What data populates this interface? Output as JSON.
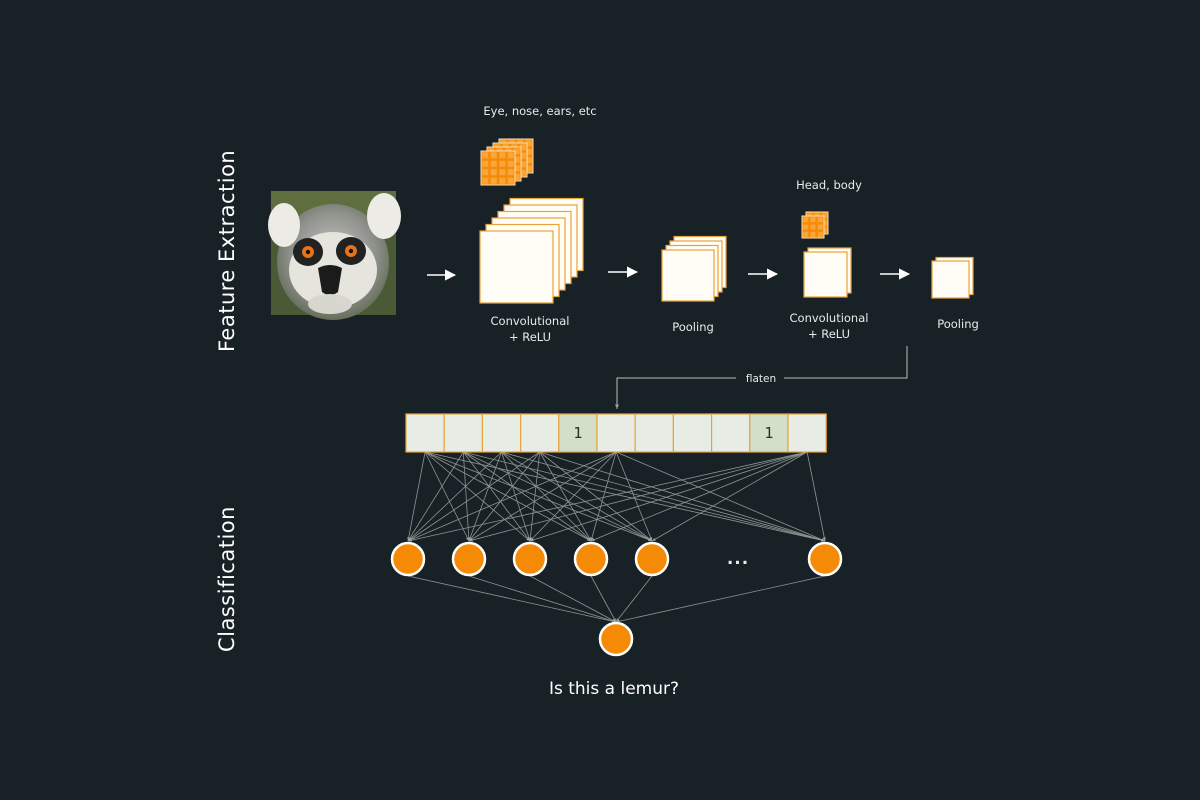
{
  "sections": {
    "feature_extraction": "Feature Extraction",
    "classification": "Classification"
  },
  "stages": {
    "conv1": {
      "label_line1": "Convolutional",
      "label_line2": "+ ReLU",
      "features": "Eye, nose, ears, etc"
    },
    "pool1": {
      "label": "Pooling"
    },
    "conv2": {
      "label_line1": "Convolutional",
      "label_line2": "+ ReLU",
      "features": "Head, body"
    },
    "pool2": {
      "label": "Pooling"
    }
  },
  "flatten_label": "flaten",
  "vector": [
    "",
    "",
    "",
    "",
    "1",
    "",
    "",
    "",
    "",
    "1",
    ""
  ],
  "hidden_nodes": 6,
  "ellipsis": "...",
  "question": "Is this a lemur?",
  "colors": {
    "background": "#182125",
    "accent": "#f58a07",
    "map_fill": "#fffdf6",
    "map_border": "#e8a33d",
    "vector_fill": "#e7ece4",
    "vector_highlight": "#d3dfc8",
    "connection": "#8e9693"
  },
  "image": {
    "subject": "lemur photo"
  }
}
